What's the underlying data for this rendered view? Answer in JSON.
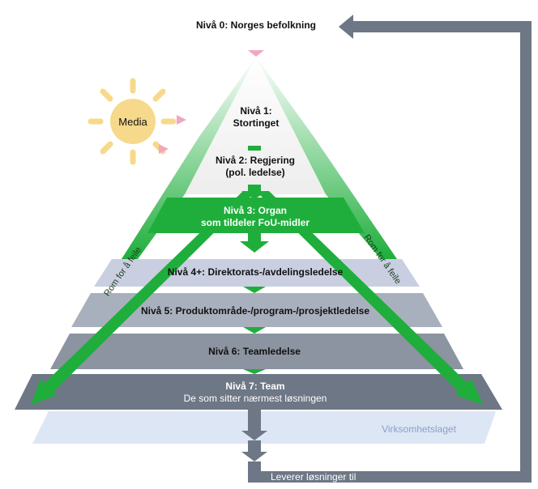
{
  "levels": {
    "l0": "Nivå 0: Norges befolkning",
    "l1_a": "Nivå 1:",
    "l1_b": "Stortinget",
    "l2_a": "Nivå 2: Regjering",
    "l2_b": "(pol. ledelse)",
    "l3_a": "Nivå 3: Organ",
    "l3_b": "som tildeler  FoU-midler",
    "l4": "Nivå 4+: Direktorats-/avdelingsledelse",
    "l5": "Nivå 5: Produktområde-/program-/prosjektledelse",
    "l6": "Nivå 6: Teamledelse",
    "l7_a": "Nivå 7: Team",
    "l7_b": "De som sitter nærmest løsningen"
  },
  "media": "Media",
  "rom_left": "Rom for å feile",
  "rom_right": "Rom for å feile",
  "virksomhet": "Virksomhetslaget",
  "leverer": "Leverer løsninger til",
  "colors": {
    "green": "#1fae3c",
    "gray_dark": "#6e7785",
    "gray_mid": "#a9b0bd",
    "gray_light": "#c9cfe0",
    "sun": "#f6d98b",
    "pink": "#f2a6c0",
    "base": "#dde6f5"
  }
}
